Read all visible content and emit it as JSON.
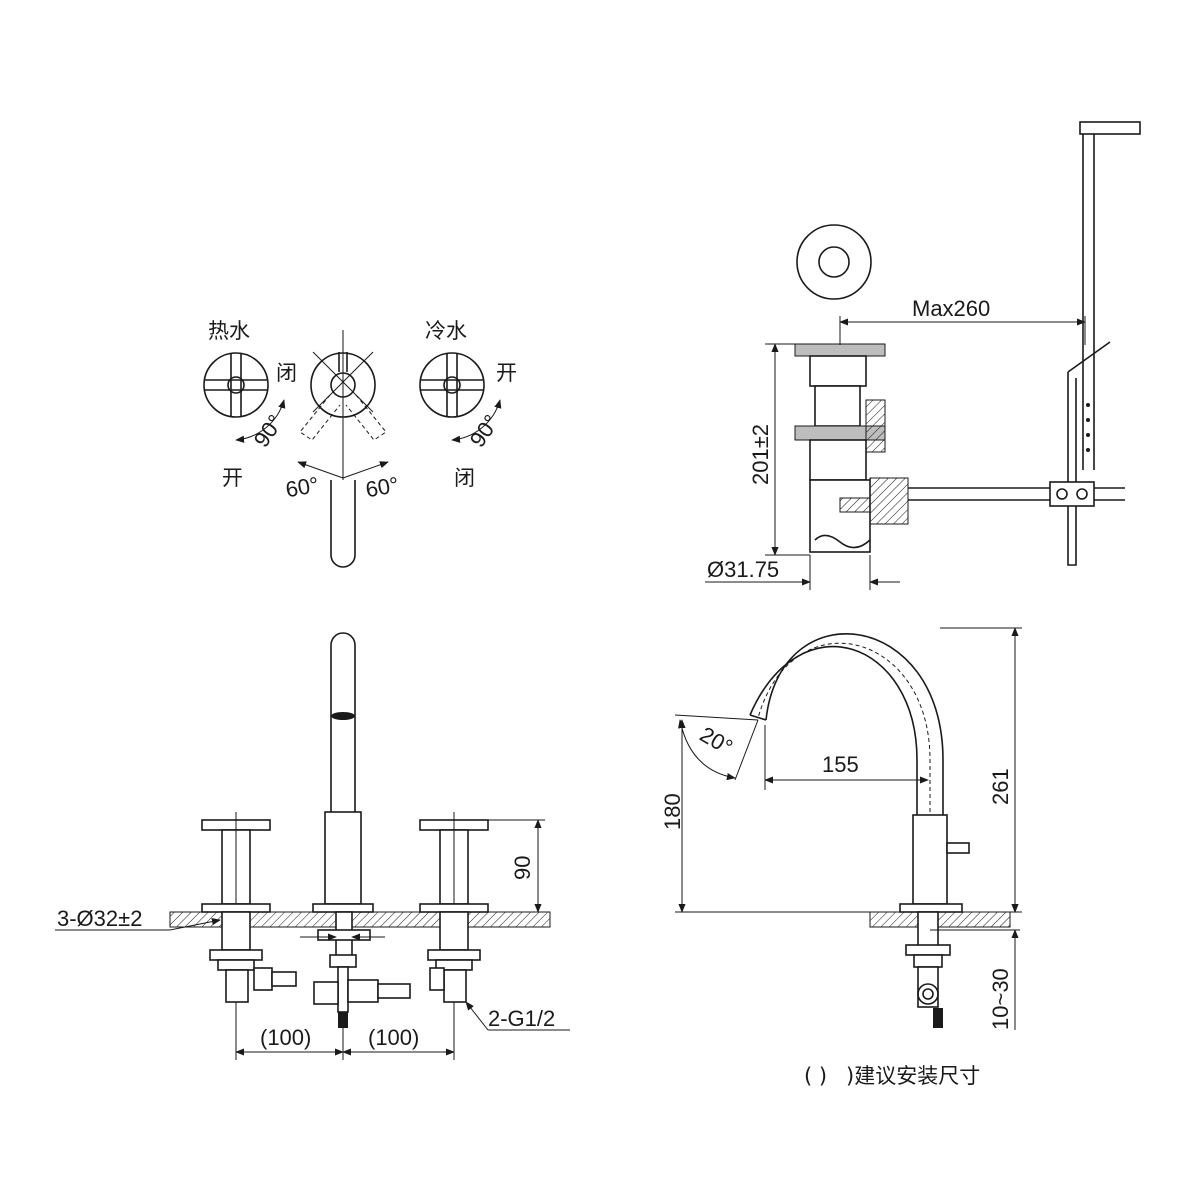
{
  "top_view": {
    "hot_label": "热水",
    "cold_label": "冷水",
    "hot_close": "闭",
    "hot_open": "开",
    "cold_open": "开",
    "cold_close": "闭",
    "angle_90_left": "90°",
    "angle_90_right": "90°",
    "angle_60_left": "60°",
    "angle_60_right": "60°"
  },
  "drain_view": {
    "max_label": "Max260",
    "height_label": "201±2",
    "diameter_label": "Ø31.75"
  },
  "front_view": {
    "hole_label": "3-Ø32±2",
    "thread_label": "2-G1/2",
    "spacing_left": "(100)",
    "spacing_right": "(100)",
    "height_90": "90"
  },
  "side_view": {
    "angle_20": "20°",
    "reach_155": "155",
    "height_180": "180",
    "height_261": "261",
    "deck_range": "10~30"
  },
  "note": {
    "paren": "(    )",
    "text": ")建议安装尺寸"
  }
}
